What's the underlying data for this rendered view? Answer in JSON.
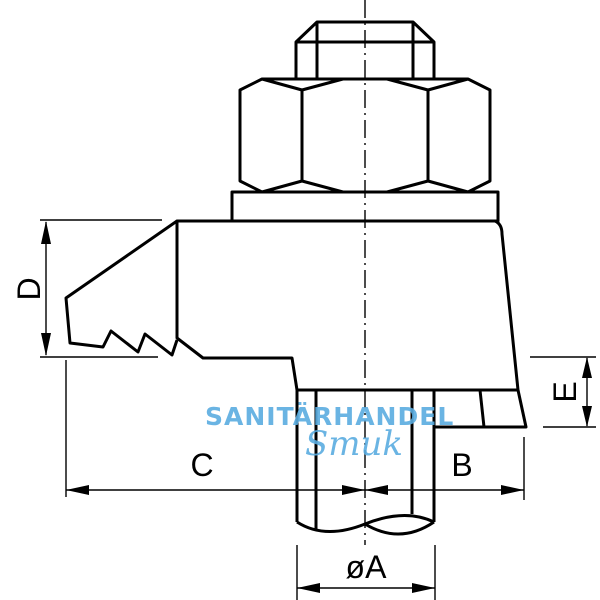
{
  "labels": {
    "D": "D",
    "C": "C",
    "B": "B",
    "E": "E",
    "A": "øA"
  },
  "watermark": {
    "line1": "SANITÄRHANDEL",
    "line2": "Smuk",
    "color": "#5aace0"
  }
}
